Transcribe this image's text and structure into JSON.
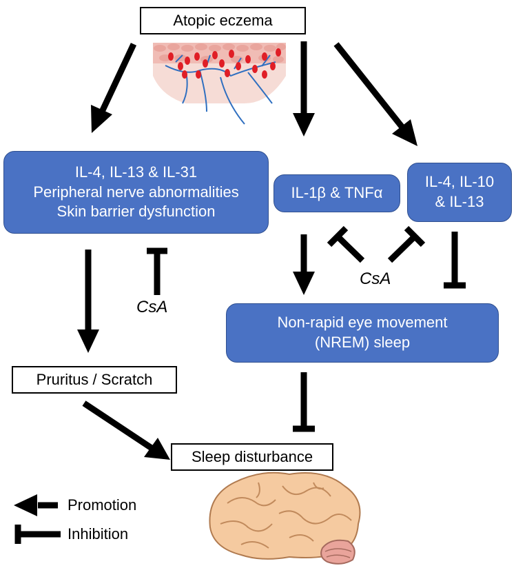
{
  "nodes": {
    "atopic_eczema": "Atopic eczema",
    "left_box": [
      "IL-4, IL-13 & IL-31",
      "Peripheral nerve abnormalities",
      "Skin barrier dysfunction"
    ],
    "il1b_tnfa": "IL-1β & TNFα",
    "il4_il10_il13": [
      "IL-4, IL-10",
      "& IL-13"
    ],
    "nrem": [
      "Non-rapid eye movement",
      "(NREM) sleep"
    ],
    "pruritus": "Pruritus / Scratch",
    "sleep_disturbance": "Sleep disturbance"
  },
  "inhibitor_labels": {
    "csa_left": "CsA",
    "csa_middle": "CsA"
  },
  "legend": {
    "promotion": "Promotion",
    "inhibition": "Inhibition"
  },
  "colors": {
    "box_fill": "#4a72c4",
    "box_text": "#ffffff",
    "arrow": "#000000"
  },
  "icons": [
    "skin-cross-section-icon",
    "brain-icon"
  ]
}
